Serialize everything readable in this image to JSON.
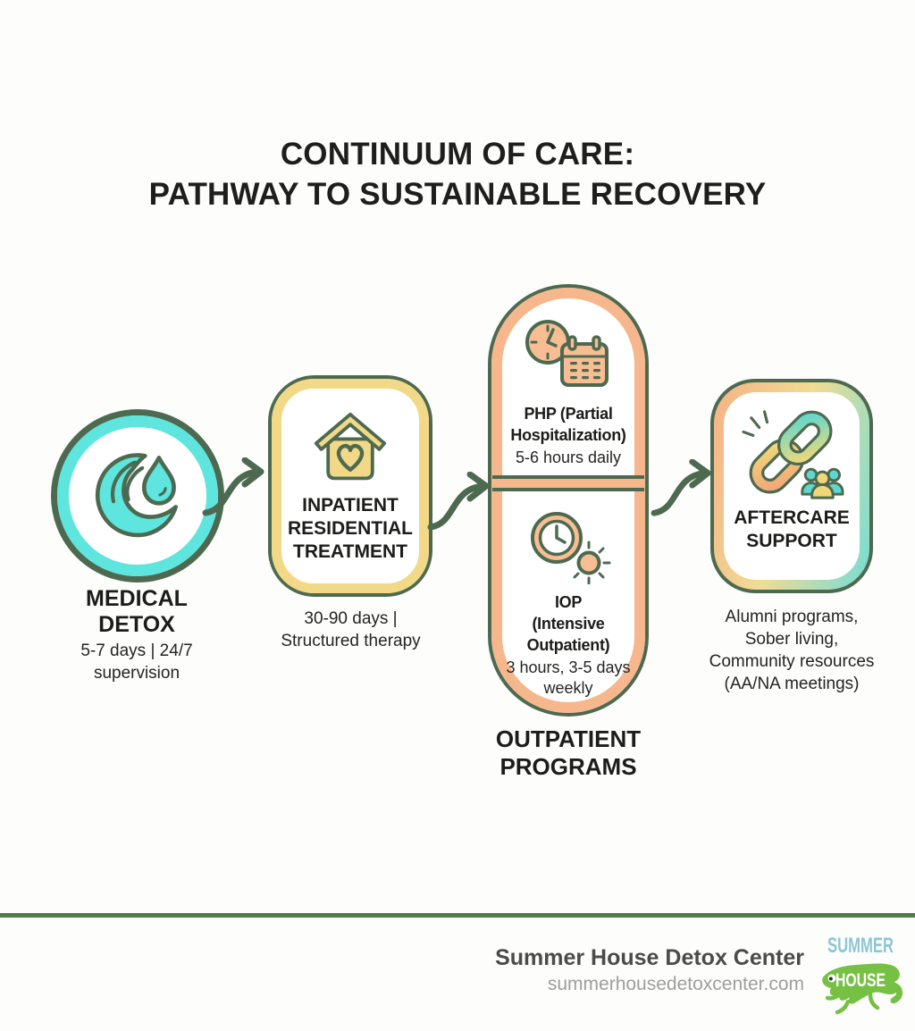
{
  "title": {
    "line1": "CONTINUUM OF CARE:",
    "line2": "PATHWAY TO SUSTAINABLE RECOVERY"
  },
  "stages": {
    "detox": {
      "icon": "water-wave-drop-icon",
      "label_lines": [
        "MEDICAL",
        "DETOX"
      ],
      "detail_lines": [
        "5-7 days | 24/7",
        "supervision"
      ]
    },
    "inpatient": {
      "icon": "house-heart-icon",
      "label_lines": [
        "INPATIENT",
        "RESIDENTIAL",
        "TREATMENT"
      ],
      "detail_lines": [
        "30-90 days |",
        "Structured therapy"
      ]
    },
    "outpatient": {
      "label_lines": [
        "OUTPATIENT",
        "PROGRAMS"
      ],
      "php": {
        "icon": "clock-calendar-icon",
        "label_lines": [
          "PHP (Partial",
          "Hospitalization)"
        ],
        "detail": "5-6 hours daily"
      },
      "iop": {
        "icon": "clock-sun-icon",
        "label_lines": [
          "IOP",
          "(Intensive",
          "Outpatient)"
        ],
        "detail_lines": [
          "3 hours, 3-5 days",
          "weekly"
        ]
      }
    },
    "aftercare": {
      "icon": "chain-link-people-icon",
      "label_lines": [
        "AFTERCARE",
        "SUPPORT"
      ],
      "detail_lines": [
        "Alumni programs,",
        "Sober living,",
        "Community resources",
        "(AA/NA meetings)"
      ]
    }
  },
  "footer": {
    "name": "Summer House Detox Center",
    "website": "summerhousedetoxcenter.com",
    "logo": {
      "line1": "SUMMER",
      "line2": "HOUSE"
    }
  },
  "colors": {
    "outline_green": "#4d6a51",
    "cyan": "#5ee6de",
    "yellow": "#f2d987",
    "peach": "#f7b78d",
    "footer_line_green": "#527d46",
    "logo_green": "#76c043",
    "logo_blue": "#8ec6d4"
  }
}
